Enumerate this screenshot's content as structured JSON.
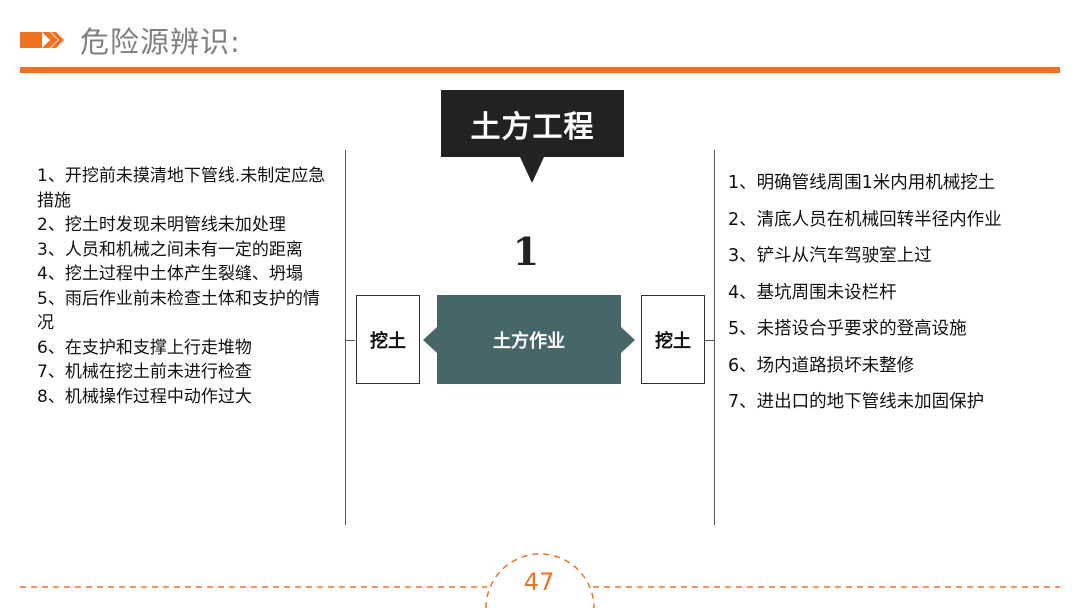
{
  "header": {
    "title": "危险源辨识:"
  },
  "diagram": {
    "title": "土方工程",
    "step_number": "1",
    "center_label": "土方作业",
    "left_box_label": "挖土",
    "right_box_label": "挖土"
  },
  "left_list": [
    "1、开挖前未摸清地下管线.未制定应急措施",
    "2、挖土时发现未明管线未加处理",
    "3、人员和机械之间未有一定的距离",
    "4、挖土过程中土体产生裂缝、坍塌",
    "5、雨后作业前未检查土体和支护的情况",
    "6、在支护和支撑上行走堆物",
    "7、机械在挖土前未进行检查",
    "8、机械操作过程中动作过大"
  ],
  "right_list": [
    "1、明确管线周围1米内用机械挖土",
    "2、清底人员在机械回转半径内作业",
    "3、铲斗从汽车驾驶室上过",
    "4、基坑周围未设栏杆",
    "5、未搭设合乎要求的登高设施",
    "6、场内道路损坏未整修",
    "7、进出口的地下管线未加固保护"
  ],
  "footer": {
    "page_number": "47"
  },
  "colors": {
    "accent": "#ed7322",
    "center_box": "#476669",
    "callout": "#222222",
    "title_text": "#7f7f7f"
  },
  "icons": {
    "header_marker": "arrow-right-icon"
  }
}
